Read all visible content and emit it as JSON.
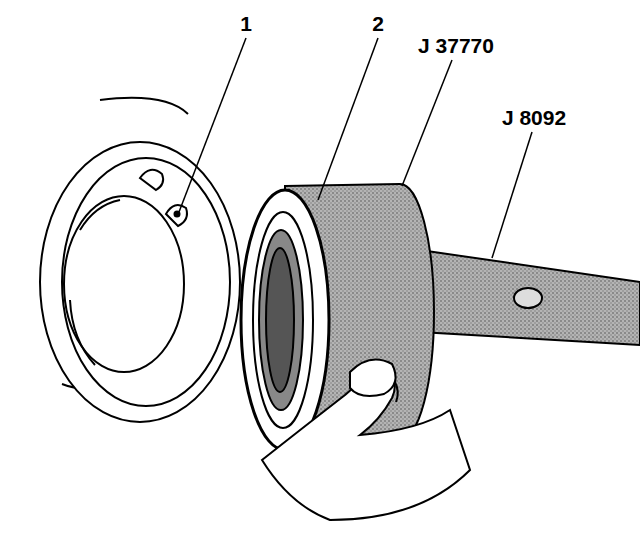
{
  "diagram": {
    "labels": [
      "1",
      "2",
      "J 37770",
      "J 8092"
    ]
  }
}
